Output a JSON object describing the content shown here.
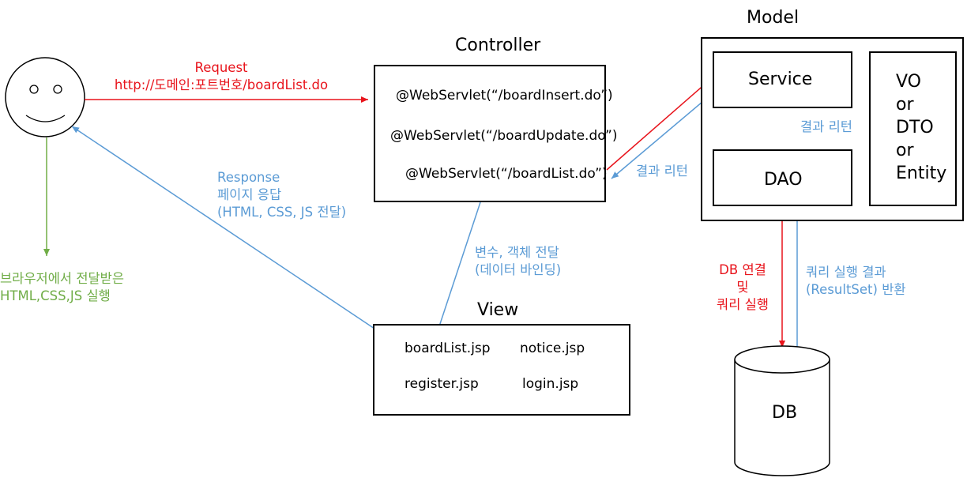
{
  "controller": {
    "title": "Controller",
    "servlets": [
      "@WebServlet(“/boardInsert.do”)",
      "@WebServlet(“/boardUpdate.do”)",
      "@WebServlet(“/boardList.do”)"
    ]
  },
  "model": {
    "title": "Model",
    "service": "Service",
    "dao": "DAO",
    "vo": [
      "VO",
      "or",
      "DTO",
      "or",
      "Entity"
    ]
  },
  "view": {
    "title": "View",
    "files": [
      "boardList.jsp",
      "notice.jsp",
      "register.jsp",
      "login.jsp"
    ]
  },
  "db": {
    "label": "DB"
  },
  "annotations": {
    "request": [
      "Request",
      "http://도메인:포트번호/boardList.do"
    ],
    "response": [
      "Response",
      "페이지 응답",
      "(HTML, CSS, JS 전달)"
    ],
    "browser": [
      "브라우저에서 전달받은",
      "HTML,CSS,JS 실행"
    ],
    "to_view": [
      "변수, 객체 전달",
      "(데이터 바인딩)"
    ],
    "result_return_controller": "결과 리턴",
    "result_return_service": "결과 리턴",
    "db_connect": [
      "DB 연결",
      "및",
      "쿼리 실행"
    ],
    "query_result": [
      "쿼리 실행 결과",
      "(ResultSet) 반환"
    ]
  },
  "colors": {
    "request": "#e8141c",
    "response": "#5b9bd5",
    "browser": "#70ad47",
    "box": "#000000"
  },
  "icons": {
    "user": "smiley-face-icon"
  }
}
